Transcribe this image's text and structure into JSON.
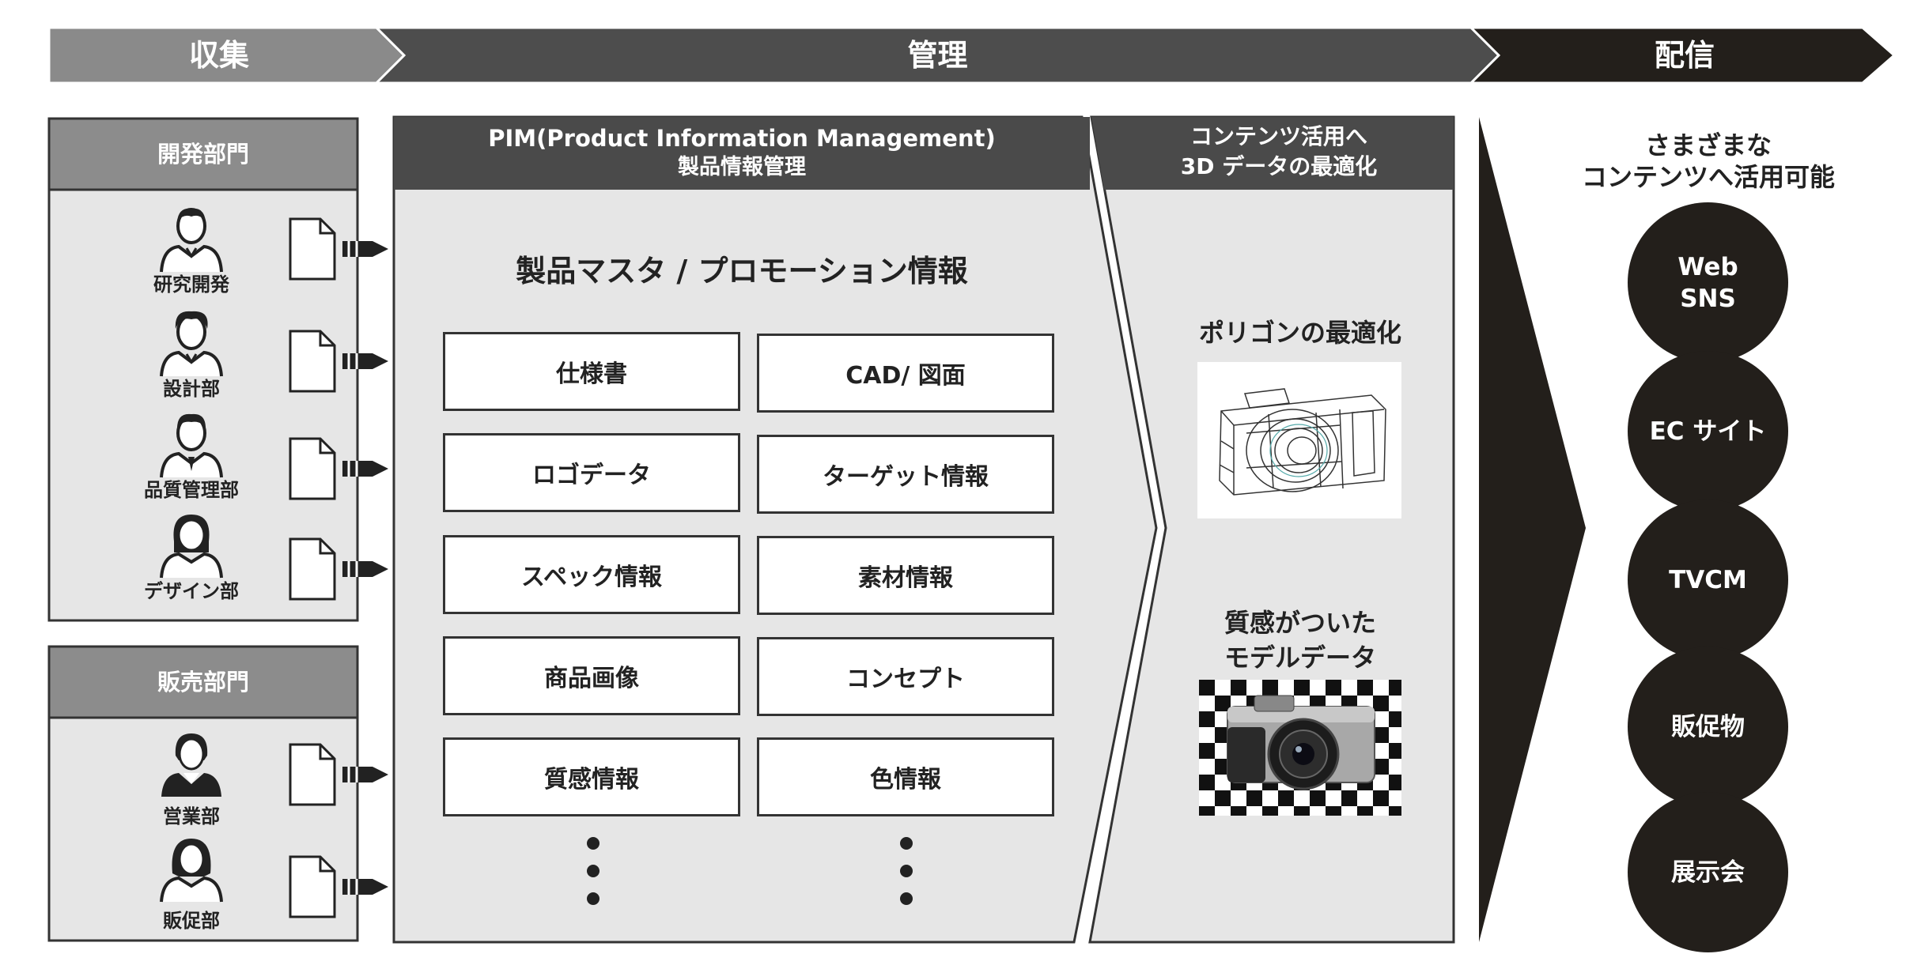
{
  "stages": [
    "収集",
    "管理",
    "配信"
  ],
  "dev_department": {
    "title": "開発部門",
    "roles": [
      "研究開発",
      "設計部",
      "品質管理部",
      "デザイン部"
    ]
  },
  "sales_department": {
    "title": "販売部門",
    "roles": [
      "営業部",
      "販促部"
    ]
  },
  "pim": {
    "title_line1": "PIM(Product Information Management)",
    "title_line2": "製品情報管理",
    "subtitle": "製品マスタ / プロモーション情報",
    "items": [
      "仕様書",
      "CAD/ 図面",
      "ロゴデータ",
      "ターゲット情報",
      "スペック情報",
      "素材情報",
      "商品画像",
      "コンセプト",
      "質感情報",
      "色情報"
    ]
  },
  "data3d": {
    "title_line1": "コンテンツ活用へ",
    "title_line2": "3D データの最適化",
    "polygon_label": "ポリゴンの最適化",
    "texture_label_line1": "質感がついた",
    "texture_label_line2": "モデルデータ"
  },
  "delivery": {
    "title_line1": "さまざまな",
    "title_line2": "コンテンツへ活用可能",
    "channels": [
      {
        "line1": "Web",
        "line2": "SNS"
      },
      {
        "line1": "EC サイト",
        "line2": ""
      },
      {
        "line1": "TVCM",
        "line2": ""
      },
      {
        "line1": "販促物",
        "line2": ""
      },
      {
        "line1": "展示会",
        "line2": ""
      }
    ]
  },
  "colors": {
    "stage_collect": "#8a8a8a",
    "stage_manage": "#4d4d4d",
    "stage_deliver": "#231f1b",
    "panel_bg": "#e6e6e6",
    "header_dark": "#4a4a4a",
    "header_gray": "#8c8c8c"
  }
}
